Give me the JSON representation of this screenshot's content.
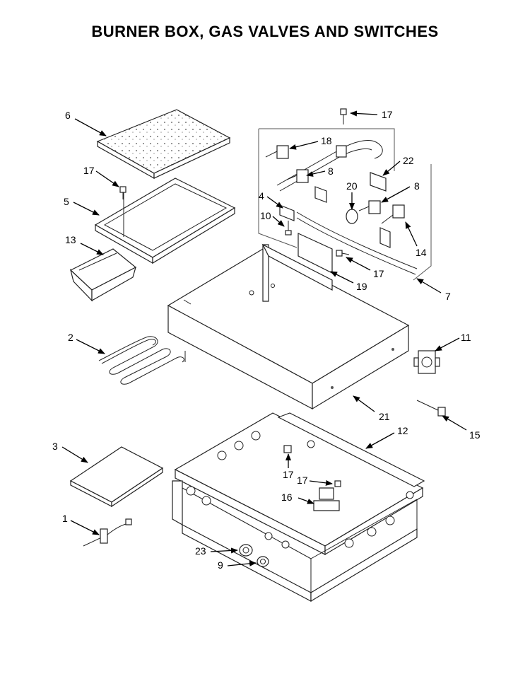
{
  "title": "BURNER BOX, GAS VALVES AND SWITCHES",
  "callouts": {
    "c6": "6",
    "c17a": "17",
    "c18": "18",
    "c8a": "8",
    "c22": "22",
    "c17b": "17",
    "c5": "5",
    "c4": "4",
    "c20": "20",
    "c8b": "8",
    "c10": "10",
    "c13": "13",
    "c14": "14",
    "c17c": "17",
    "c19": "19",
    "c7": "7",
    "c2": "2",
    "c11": "11",
    "c21": "21",
    "c15": "15",
    "c3": "3",
    "c12": "12",
    "c17d": "17",
    "c17e": "17",
    "c16": "16",
    "c1": "1",
    "c23": "23",
    "c9": "9"
  }
}
